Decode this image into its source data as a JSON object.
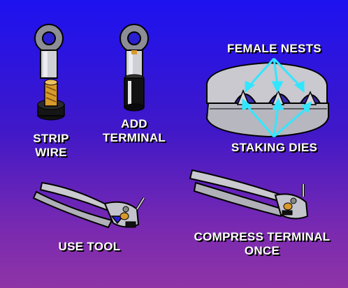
{
  "labels": {
    "strip_wire_line1": "STRIP",
    "strip_wire_line2": "WIRE",
    "add_terminal_line1": "ADD",
    "add_terminal_line2": "TERMINAL",
    "female_nests": "FEMALE NESTS",
    "staking_dies": "STAKING DIES",
    "use_tool": "USE TOOL",
    "compress_line1": "COMPRESS TERMINAL",
    "compress_line2": "ONCE"
  },
  "colors": {
    "background_top": "#1d12f0",
    "background_bottom": "#8e34a6",
    "arrow": "#33e6ff",
    "metal": "#c9c9cf",
    "insulation": "#111111",
    "copper": "#d99a2b"
  }
}
